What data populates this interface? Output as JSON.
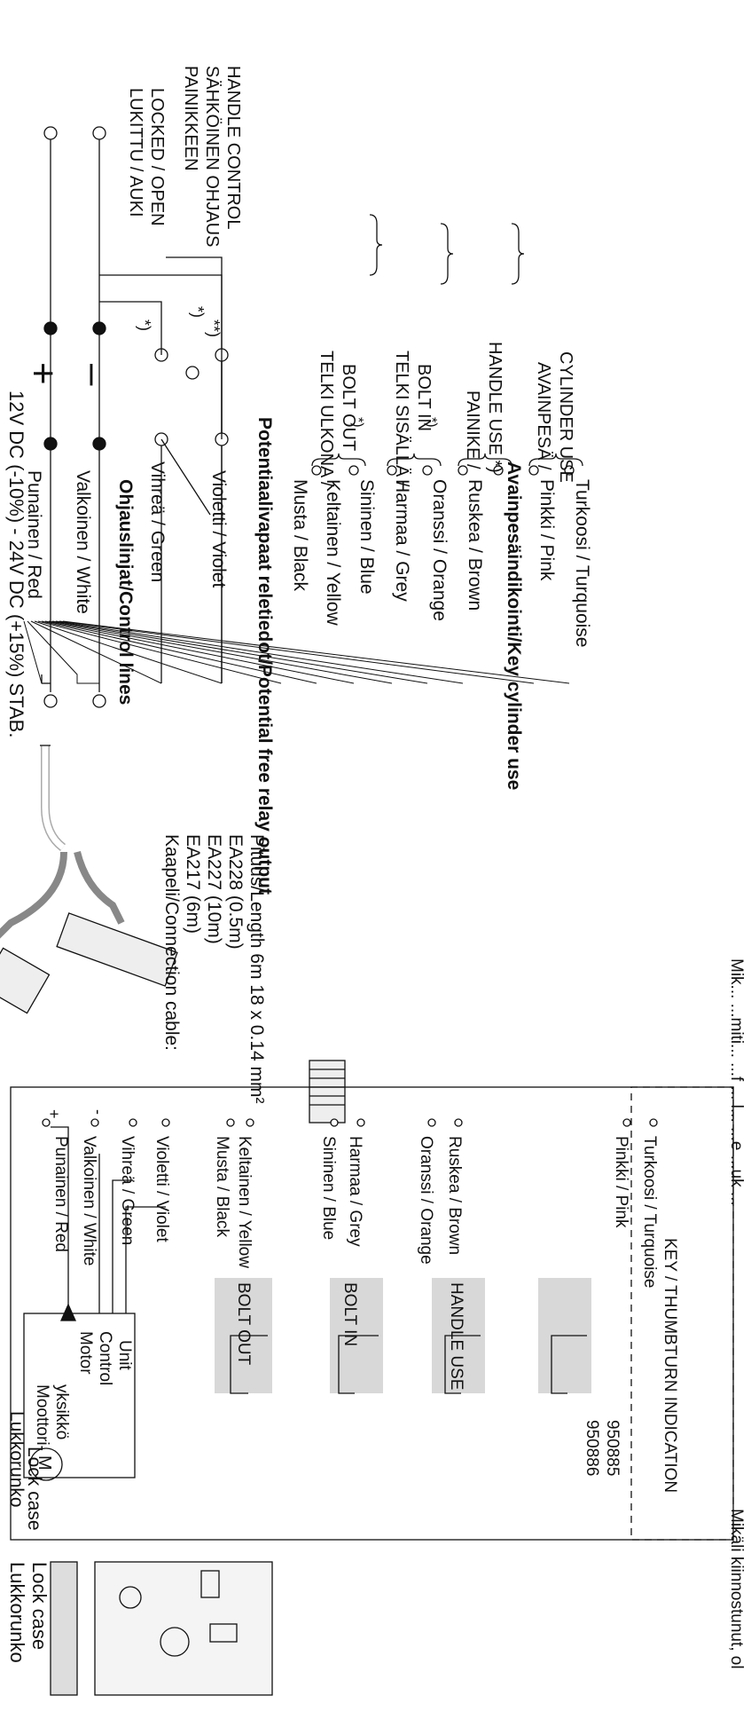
{
  "supply": {
    "plus_symbol": "+",
    "minus_symbol": "–",
    "text": "12V DC (-10%) - 24V DC (+15%) STAB."
  },
  "switch_labels": {
    "lock_fi": "LUKITTU / AUKI",
    "lock_en": "LOCKED / OPEN",
    "handle_fi_1": "PAINIKKEEN",
    "handle_fi_2": "SÄHKÖINEN OHJAUS",
    "handle_en": "HANDLE CONTROL",
    "note_star": "*)",
    "note_star2": "*)",
    "note_dstar": "**)"
  },
  "cable_wires": [
    "Punainen / Red",
    "Valkoinen / White",
    "Vihreä / Green",
    "Violetti / Violet",
    "Musta / Black",
    "Keltainen / Yellow",
    "Sininen / Blue",
    "Harmaa / Grey",
    "Oranssi / Orange",
    "Ruskea / Brown",
    "Pinkki / Pink",
    "Turkoosi / Turquoise"
  ],
  "group_headings": {
    "control": "Ohjauslinjat/Control lines",
    "relay": "Potentiaalivapaat reletiedot/Potential free relay output",
    "key": "Avainpesäindikointi/Key cylinder use"
  },
  "relay_groups": [
    {
      "l1": "TELKI ULKONA /",
      "l2": "BOLT OUT",
      "note": "*)"
    },
    {
      "l1": "TELKI SISÄLLÄ /",
      "l2": "BOLT IN",
      "note": "*)"
    },
    {
      "l1": "PAINIKE /",
      "l2": "HANDLE USE *)",
      "note": ""
    },
    {
      "l1": "AVAINPESÄ /",
      "l2": "CYLINDER USE",
      "note": ""
    }
  ],
  "cable_info": [
    "Kaapeli/Connection cable:",
    "EA217 (6m)",
    "EA227 (10m)",
    "EA228 (0.5m)",
    "Pituus/Length 6m 18 x 0.14 mm²"
  ],
  "lock_case": {
    "label_fi": "Lukkorunko",
    "label_en": "Lock case",
    "motor_symbol": "M",
    "motor_fi_1": "Moottori-",
    "motor_fi_2": "yksikkö",
    "motor_en_1": "Motor",
    "motor_en_2": "Control",
    "motor_en_3": "Unit",
    "plus": "+",
    "minus": "-",
    "wires": [
      "Punainen / Red",
      "Valkoinen / White",
      "Vihreä / Green",
      "Violetti / Violet",
      "Musta / Black",
      "Keltainen / Yellow",
      "Sininen / Blue",
      "Harmaa / Grey",
      "Oranssi / Orange",
      "Ruskea / Brown",
      "Pinkki / Pink",
      "Turkoosi / Turquoise"
    ],
    "relays": [
      "BOLT OUT",
      "BOLT IN",
      "HANDLE USE",
      "KEY / THUMBTURN INDICATION"
    ],
    "part_numbers": [
      "950886",
      "950885"
    ]
  },
  "outer_lock": {
    "label_fi": "Lukkorunko",
    "label_en": "Lock case"
  },
  "bottom_notes": {
    "left": "Mikäli kiinnostunut, ol",
    "right": "Mik... ...miti... ...f ... l... ...e ...uk ..."
  }
}
